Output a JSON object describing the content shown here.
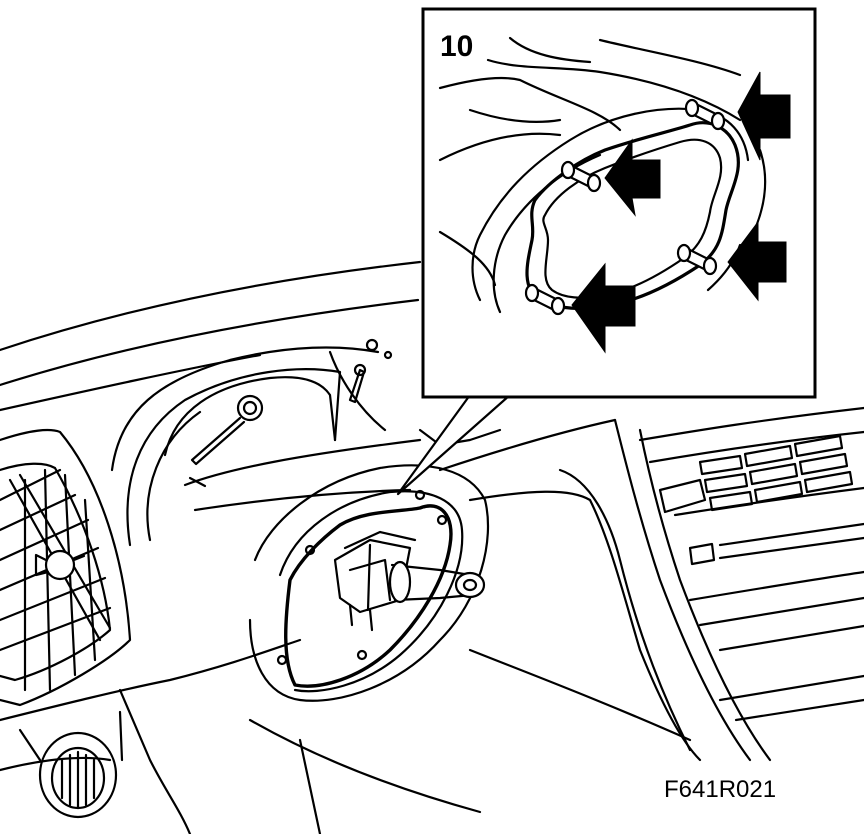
{
  "figure": {
    "step_number": "10",
    "figure_code": "F641R021"
  },
  "colors": {
    "line": "#000000",
    "background": "#ffffff"
  },
  "icons": [
    "arrow-icon",
    "guide-pin-icon",
    "air-vent-grille",
    "steering-shaft"
  ]
}
